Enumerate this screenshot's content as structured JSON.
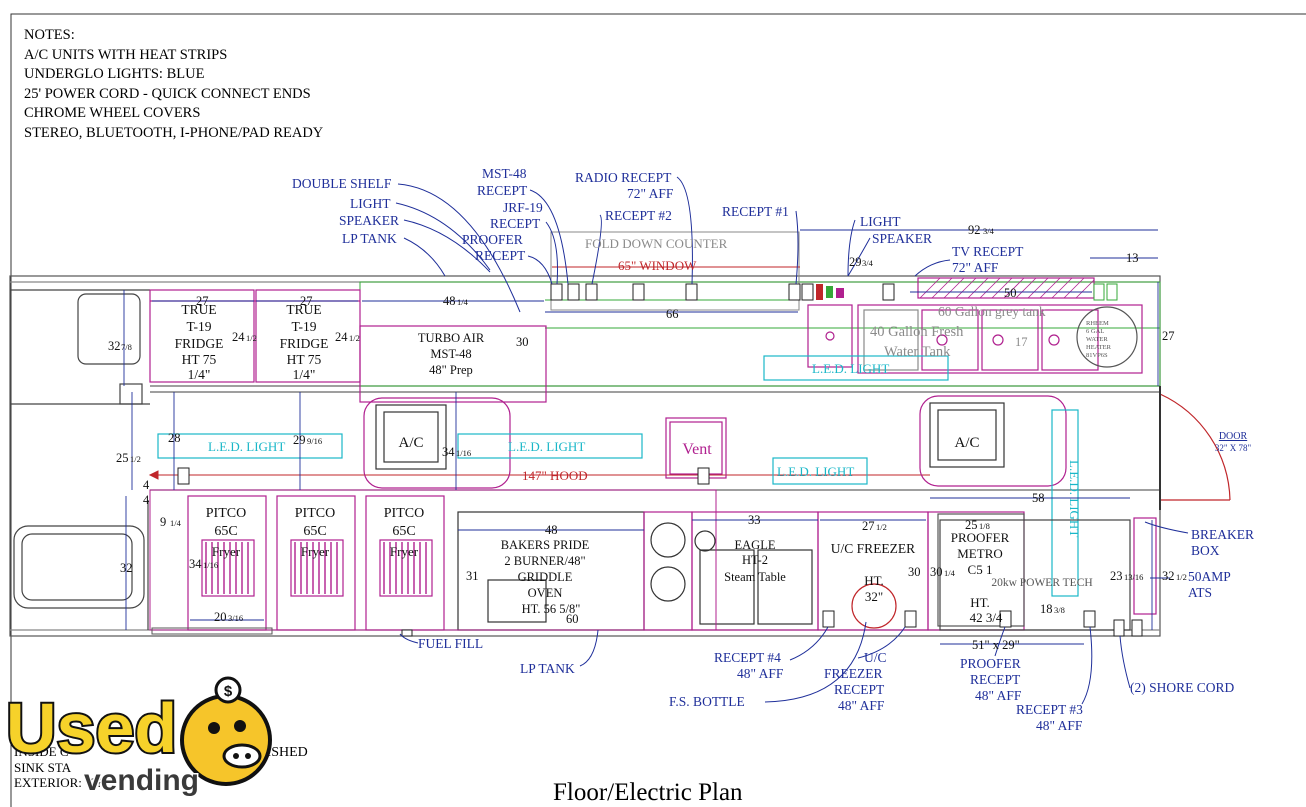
{
  "notes": {
    "header": "NOTES:",
    "lines": [
      "A/C UNITS WITH HEAT STRIPS",
      "UNDERGLO LIGHTS: BLUE",
      "25' POWER CORD - QUICK CONNECT ENDS",
      "CHROME WHEEL COVERS",
      "STEREO, BLUETOOTH, I-PHONE/PAD READY"
    ]
  },
  "plan_title": "Floor/Electric Plan",
  "footer": {
    "lines": [
      "INSIDE C",
      "SINK STA",
      "EXTERIOR: ???"
    ],
    "suffix": "LISHED"
  },
  "watermark": {
    "brand_top": "Used",
    "brand_bottom": "vending"
  },
  "colors": {
    "annotation": "#1f2f9a",
    "equipment": "#b0208f",
    "led": "#1ab7c8",
    "hood": "#c0262a",
    "panel": "#9a9a9a"
  },
  "callouts": [
    {
      "id": "double-shelf",
      "text": "DOUBLE SHELF"
    },
    {
      "id": "light-1",
      "text": "LIGHT"
    },
    {
      "id": "speaker-1",
      "text": "SPEAKER"
    },
    {
      "id": "lp-tank-top",
      "text": "LP TANK"
    },
    {
      "id": "mst48-1",
      "text": "MST-48"
    },
    {
      "id": "mst48-2",
      "text": "RECEPT"
    },
    {
      "id": "jrf19-1",
      "text": "JRF-19"
    },
    {
      "id": "jrf19-2",
      "text": "RECEPT"
    },
    {
      "id": "proofer-r1",
      "text": "PROOFER"
    },
    {
      "id": "proofer-r2",
      "text": "RECEPT"
    },
    {
      "id": "radio-1",
      "text": "RADIO RECEPT"
    },
    {
      "id": "radio-2",
      "text": "72\" AFF"
    },
    {
      "id": "recept2",
      "text": "RECEPT #2"
    },
    {
      "id": "recept1",
      "text": "RECEPT #1"
    },
    {
      "id": "light-2",
      "text": "LIGHT"
    },
    {
      "id": "speaker-2",
      "text": "SPEAKER"
    },
    {
      "id": "tv-1",
      "text": "TV RECEPT"
    },
    {
      "id": "tv-2",
      "text": "72\" AFF"
    },
    {
      "id": "breaker-1",
      "text": "BREAKER"
    },
    {
      "id": "breaker-2",
      "text": "BOX"
    },
    {
      "id": "amp50",
      "text": "50AMP"
    },
    {
      "id": "ats",
      "text": "ATS"
    },
    {
      "id": "fuel",
      "text": "FUEL FILL"
    },
    {
      "id": "lp-tank-bot",
      "text": "LP TANK"
    },
    {
      "id": "recept4-1",
      "text": "RECEPT #4"
    },
    {
      "id": "recept4-2",
      "text": "48\" AFF"
    },
    {
      "id": "fsbottle",
      "text": "F.S.   BOTTLE"
    },
    {
      "id": "uc-1",
      "text": "U/C"
    },
    {
      "id": "uc-2",
      "text": "FREEZER"
    },
    {
      "id": "uc-3",
      "text": "RECEPT"
    },
    {
      "id": "uc-4",
      "text": "48\" AFF"
    },
    {
      "id": "proofer-b1",
      "text": "PROOFER"
    },
    {
      "id": "proofer-b2",
      "text": "RECEPT"
    },
    {
      "id": "proofer-b3",
      "text": "48\" AFF"
    },
    {
      "id": "recept3-1",
      "text": "RECEPT #3"
    },
    {
      "id": "recept3-2",
      "text": "48\" AFF"
    },
    {
      "id": "shore",
      "text": "(2) SHORE CORD"
    }
  ],
  "equipment": [
    {
      "id": "fridge1-a",
      "text": "TRUE"
    },
    {
      "id": "fridge1-b",
      "text": "T-19"
    },
    {
      "id": "fridge1-c",
      "text": "FRIDGE"
    },
    {
      "id": "fridge1-d",
      "text": "HT 75"
    },
    {
      "id": "fridge1-e",
      "text": "1/4\""
    },
    {
      "id": "fridge2-a",
      "text": "TRUE"
    },
    {
      "id": "fridge2-b",
      "text": "T-19"
    },
    {
      "id": "fridge2-c",
      "text": "FRIDGE"
    },
    {
      "id": "fridge2-d",
      "text": "HT 75"
    },
    {
      "id": "fridge2-e",
      "text": "1/4\""
    },
    {
      "id": "prep-a",
      "text": "TURBO AIR"
    },
    {
      "id": "prep-b",
      "text": "MST-48"
    },
    {
      "id": "prep-c",
      "text": "48\" Prep"
    },
    {
      "id": "ac1",
      "text": "A/C"
    },
    {
      "id": "ac2",
      "text": "A/C"
    },
    {
      "id": "vent",
      "text": "Vent"
    },
    {
      "id": "fryer1-a",
      "text": "PITCO"
    },
    {
      "id": "fryer1-b",
      "text": "65C"
    },
    {
      "id": "fryer1-c",
      "text": "Fryer"
    },
    {
      "id": "fryer2-a",
      "text": "PITCO"
    },
    {
      "id": "fryer2-b",
      "text": "65C"
    },
    {
      "id": "fryer2-c",
      "text": "Fryer"
    },
    {
      "id": "fryer3-a",
      "text": "PITCO"
    },
    {
      "id": "fryer3-b",
      "text": "65C"
    },
    {
      "id": "fryer3-c",
      "text": "Fryer"
    },
    {
      "id": "bp-a",
      "text": "BAKERS PRIDE"
    },
    {
      "id": "bp-b",
      "text": "2 BURNER/48\""
    },
    {
      "id": "bp-c",
      "text": "GRIDDLE"
    },
    {
      "id": "bp-d",
      "text": "OVEN"
    },
    {
      "id": "bp-e",
      "text": "HT.  56 5/8\""
    },
    {
      "id": "eagle-a",
      "text": "EAGLE"
    },
    {
      "id": "eagle-b",
      "text": "HT-2"
    },
    {
      "id": "eagle-c",
      "text": "Steam Table"
    },
    {
      "id": "ucf-a",
      "text": "U/C FREEZER"
    },
    {
      "id": "ucf-b",
      "text": "HT."
    },
    {
      "id": "ucf-c",
      "text": "32\""
    },
    {
      "id": "pm-a",
      "text": "PROOFER"
    },
    {
      "id": "pm-b",
      "text": "METRO"
    },
    {
      "id": "pm-c",
      "text": "C5 1"
    },
    {
      "id": "pm-d",
      "text": "HT."
    },
    {
      "id": "pm-e",
      "text": "42 3/4"
    },
    {
      "id": "gen",
      "text": "20kw POWER TECH"
    },
    {
      "id": "door-a",
      "text": "DOOR"
    },
    {
      "id": "door-b",
      "text": "32\" X 78\""
    },
    {
      "id": "wh-a",
      "text": "RHEEM"
    },
    {
      "id": "wh-b",
      "text": "6 GAL"
    },
    {
      "id": "wh-c",
      "text": "WATER"
    },
    {
      "id": "wh-d",
      "text": "HEATER"
    },
    {
      "id": "wh-e",
      "text": "81VP6S"
    }
  ],
  "region_labels": [
    {
      "id": "fold",
      "text": "FOLD DOWN COUNTER"
    },
    {
      "id": "window",
      "text": "65\" WINDOW"
    },
    {
      "id": "hood",
      "text": "147\" HOOD"
    },
    {
      "id": "fresh1",
      "text": "40 Gallon Fresh"
    },
    {
      "id": "fresh2",
      "text": "Water Tank"
    },
    {
      "id": "grey",
      "text": "60 Gallon grey tank"
    },
    {
      "id": "led1",
      "text": "L.E.D. LIGHT"
    },
    {
      "id": "led2",
      "text": "L.E.D. LIGHT"
    },
    {
      "id": "led3",
      "text": "L.E.D. LIGHT"
    },
    {
      "id": "led4",
      "text": "L.E.D. LIGHT"
    },
    {
      "id": "led5",
      "text": "L.E.D. LIGHT"
    }
  ],
  "dimensions": [
    {
      "id": "d27a",
      "text": "27"
    },
    {
      "id": "d27b",
      "text": "27"
    },
    {
      "id": "d48",
      "text": "48"
    },
    {
      "id": "d48f",
      "text": "1/4"
    },
    {
      "id": "d24a",
      "text": "24"
    },
    {
      "id": "d24af",
      "text": "1/2"
    },
    {
      "id": "d24b",
      "text": "24"
    },
    {
      "id": "d24bf",
      "text": "1/2"
    },
    {
      "id": "d30",
      "text": "30"
    },
    {
      "id": "d66",
      "text": "66"
    },
    {
      "id": "d29",
      "text": "29"
    },
    {
      "id": "d29f",
      "text": "3/4"
    },
    {
      "id": "d92",
      "text": "92"
    },
    {
      "id": "d92f",
      "text": "3/4"
    },
    {
      "id": "d13",
      "text": "13"
    },
    {
      "id": "d50",
      "text": "50"
    },
    {
      "id": "d17",
      "text": "17"
    },
    {
      "id": "d27r",
      "text": "27"
    },
    {
      "id": "d32",
      "text": "32"
    },
    {
      "id": "d32f",
      "text": "7/8"
    },
    {
      "id": "d25",
      "text": "25"
    },
    {
      "id": "d25f",
      "text": "1/2"
    },
    {
      "id": "d28",
      "text": "28"
    },
    {
      "id": "d29b",
      "text": "29"
    },
    {
      "id": "d29bf",
      "text": "9/16"
    },
    {
      "id": "d34",
      "text": "34"
    },
    {
      "id": "d34f",
      "text": "1/16"
    },
    {
      "id": "d4a",
      "text": "4"
    },
    {
      "id": "d4b",
      "text": "4"
    },
    {
      "id": "d9",
      "text": "9"
    },
    {
      "id": "d9f",
      "text": "1/4"
    },
    {
      "id": "d32l",
      "text": "32"
    },
    {
      "id": "d34b",
      "text": "34"
    },
    {
      "id": "d34bf",
      "text": "1/16"
    },
    {
      "id": "d20",
      "text": "20"
    },
    {
      "id": "d20f",
      "text": "3/16"
    },
    {
      "id": "d48b",
      "text": "48"
    },
    {
      "id": "d31",
      "text": "31"
    },
    {
      "id": "d60",
      "text": "60"
    },
    {
      "id": "d33",
      "text": "33"
    },
    {
      "id": "d27c",
      "text": "27"
    },
    {
      "id": "d27cf",
      "text": "1/2"
    },
    {
      "id": "d30b",
      "text": "30"
    },
    {
      "id": "d30c",
      "text": "30"
    },
    {
      "id": "d30cf",
      "text": "1/4"
    },
    {
      "id": "d25b",
      "text": "25"
    },
    {
      "id": "d25bf",
      "text": "1/8"
    },
    {
      "id": "d58",
      "text": "58"
    },
    {
      "id": "d18",
      "text": "18"
    },
    {
      "id": "d18f",
      "text": "3/8"
    },
    {
      "id": "d23",
      "text": "23"
    },
    {
      "id": "d23f",
      "text": "13/16"
    },
    {
      "id": "d32r",
      "text": "32"
    },
    {
      "id": "d32rf",
      "text": "1/2"
    },
    {
      "id": "d51",
      "text": "51\" x 29\""
    }
  ]
}
